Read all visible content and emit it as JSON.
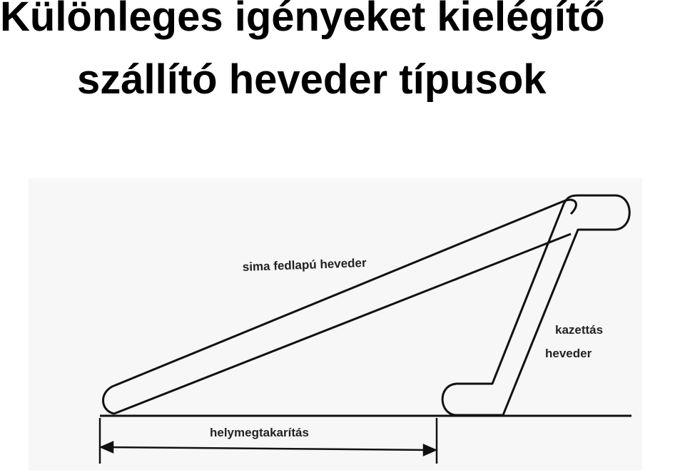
{
  "title": {
    "line1": "Különleges igényeket kielégítő",
    "line2": "szállító heveder típusok"
  },
  "diagram": {
    "label_smooth_belt": "sima fedlapú heveder",
    "label_cassette_line1": "kazettás",
    "label_cassette_line2": "heveder",
    "label_space_saving": "helymegtakarítás"
  }
}
